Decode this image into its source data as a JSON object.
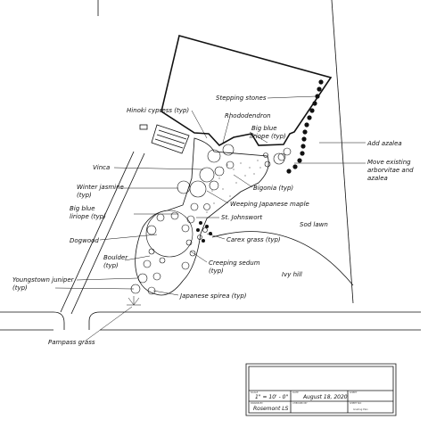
{
  "labels": {
    "stepping_stones": "Stepping stones",
    "hinoki": "Hinoki cypress (typ)",
    "rhododendron": "Rhododendron",
    "big_blue_liriope_top_1": "Big blue",
    "big_blue_liriope_top_2": "liriope (typ)",
    "add_azalea": "Add azalea",
    "move_existing_1": "Move existing",
    "move_existing_2": "arborvitae and",
    "move_existing_3": "azalea",
    "vinca": "Vinca",
    "bigonia": "Bigonia (typ)",
    "winter_jasmine_1": "Winter jasmine",
    "winter_jasmine_2": "(typ)",
    "weeping_maple": "Weeping Japanese maple",
    "big_blue_liriope_left_1": "Big blue",
    "big_blue_liriope_left_2": "liriope (typ)",
    "st_johnswort": "St. Johnswort",
    "sod_lawn": "Sod lawn",
    "dogwood": "Dogwood",
    "carex": "Carex grass (typ)",
    "boulder_1": "Boulder",
    "boulder_2": "(typ)",
    "creeping_sedum_1": "Creeping sedum",
    "creeping_sedum_2": "(typ)",
    "ivy_hill": "Ivy hill",
    "youngstown_1": "Youngstown juniper",
    "youngstown_2": "(typ)",
    "spirea": "Japanese spirea (typ)",
    "pampass": "Pampass grass"
  },
  "title_block": {
    "scale": "1\" = 10' - 0\"",
    "date": "August 18, 2020",
    "drawn_by": "Rosemont LS",
    "sheet": "Grading Plan"
  }
}
